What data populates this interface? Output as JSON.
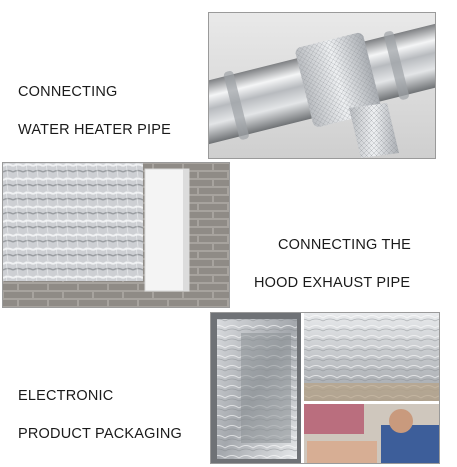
{
  "sections": [
    {
      "caption_line1": "CONNECTING",
      "caption_line2": "WATER HEATER PIPE",
      "image": "aluminum-foil-tape-on-steel-pipe"
    },
    {
      "caption_line1": "CONNECTING THE",
      "caption_line2": "HOOD EXHAUST PIPE",
      "image": "foil-flexible-duct-on-brick-wall"
    },
    {
      "caption_line1": "ELECTRONIC",
      "caption_line2": "PRODUCT PACKAGING",
      "image": "foil-wrapped-packaging-collage"
    }
  ],
  "colors": {
    "text": "#1a1a1a",
    "foil": "#c9ccd0",
    "brick": "#9c9995",
    "border": "#9a9a9a"
  }
}
